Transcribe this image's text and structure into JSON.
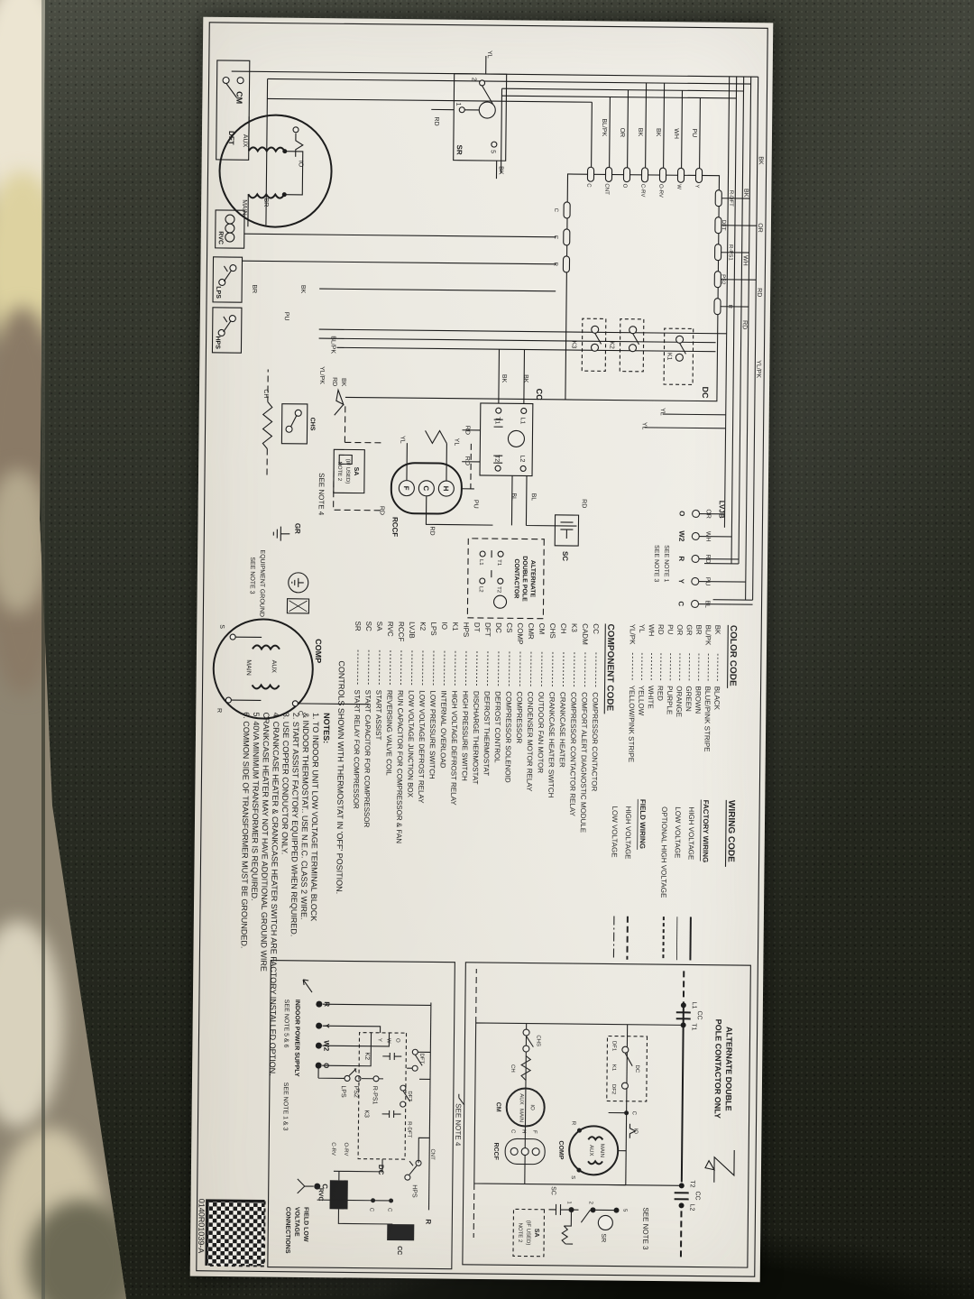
{
  "part_number": "0140R01039-A",
  "legend": {
    "color_code": {
      "title": "COLOR CODE",
      "entries": [
        {
          "abbr": "BK",
          "name": "BLACK"
        },
        {
          "abbr": "BL/PK",
          "name": "BLUE/PINK STRIPE"
        },
        {
          "abbr": "BR",
          "name": "BROWN"
        },
        {
          "abbr": "GR",
          "name": "GREEN"
        },
        {
          "abbr": "OR",
          "name": "ORANGE"
        },
        {
          "abbr": "PU",
          "name": "PURPLE"
        },
        {
          "abbr": "RD",
          "name": "RED"
        },
        {
          "abbr": "WH",
          "name": "WHITE"
        },
        {
          "abbr": "YL",
          "name": "YELLOW"
        },
        {
          "abbr": "YL/PK",
          "name": "YELLOW/PINK STRIPE"
        }
      ]
    },
    "wiring_code": {
      "title": "WIRING CODE",
      "factory_title": "FACTORY WIRING",
      "factory_items": [
        "HIGH VOLTAGE",
        "LOW VOLTAGE",
        "OPTIONAL HIGH VOLTAGE"
      ],
      "field_title": "FIELD WIRING",
      "field_items": [
        "HIGH VOLTAGE",
        "LOW VOLTAGE"
      ]
    },
    "component_code": {
      "title": "COMPONENT CODE",
      "entries": [
        {
          "abbr": "CC",
          "name": "COMPRESSOR CONTACTOR"
        },
        {
          "abbr": "CADM",
          "name": "COMFORT ALERT DIAGNOSTIC MODULE"
        },
        {
          "abbr": "K3",
          "name": "COMPRESSOR CONTACTOR RELAY"
        },
        {
          "abbr": "CH",
          "name": "CRANKCASE HEATER"
        },
        {
          "abbr": "CHS",
          "name": "CRANKCASE HEATER SWITCH"
        },
        {
          "abbr": "CM",
          "name": "OUTDOOR FAN MOTOR"
        },
        {
          "abbr": "CMR",
          "name": "CONDENSER MOTOR RELAY"
        },
        {
          "abbr": "COMP",
          "name": "COMPRESSOR"
        },
        {
          "abbr": "CS",
          "name": "COMPRESSOR SOLENOID"
        },
        {
          "abbr": "DC",
          "name": "DEFROST CONTROL"
        },
        {
          "abbr": "DFT",
          "name": "DEFROST THERMOSTAT"
        },
        {
          "abbr": "DT",
          "name": "DISCHARGE THERMOSTAT"
        },
        {
          "abbr": "HPS",
          "name": "HIGH PRESSURE SWITCH"
        },
        {
          "abbr": "K1",
          "name": "HIGH VOLTAGE DEFROST RELAY"
        },
        {
          "abbr": "IO",
          "name": "INTERNAL OVERLOAD"
        },
        {
          "abbr": "LPS",
          "name": "LOW PRESSURE SWITCH"
        },
        {
          "abbr": "K2",
          "name": "LOW VOLTAGE DEFROST RELAY"
        },
        {
          "abbr": "LVJB",
          "name": "LOW VOLTAGE JUNCTION BOX"
        },
        {
          "abbr": "RCCF",
          "name": "RUN CAPACITOR FOR COMPRESSOR & FAN"
        },
        {
          "abbr": "RVC",
          "name": "REVERSING VALVE COIL"
        },
        {
          "abbr": "SA",
          "name": "START ASSIST"
        },
        {
          "abbr": "SC",
          "name": "START CAPACITOR FOR COMPRESSOR"
        },
        {
          "abbr": "SR",
          "name": "START RELAY FOR COMPRESSOR"
        }
      ]
    }
  },
  "controls_note": "CONTROLS SHOWN WITH THERMOSTAT IN 'OFF' POSITION.",
  "notes": {
    "title": "NOTES:",
    "lines": [
      "1. TO INDOOR UNIT LOW VOLTAGE TERMINAL BLOCK",
      "    & INDOOR THERMOSTAT.. USE N.E.C. CLASS 2 WIRE.",
      "2. START ASSIST FACTORY EQUIPPED WHEN REQUIRED.",
      "3. USE COPPER CONDUCTOR ONLY.",
      "4. CRANKCASE HEATER & CRANKCASE HEATER SWITCH ARE FACTORY INSTALLED OPTION.",
      "    CRANKCASE HEATER MAY NOT HAVE ADDITIONAL GROUND WIRE",
      "5. 40VA MINIMUM TRANSFORMER IS REQUIRED.",
      "6. COMMON SIDE OF TRANSFORMER MUST BE GROUNDED."
    ]
  },
  "schematic": {
    "lvjb": {
      "label": "LVJB",
      "terminals": [
        "O",
        "W2",
        "R",
        "Y",
        "C"
      ],
      "wire_colors": [
        "OR",
        "WH",
        "RD",
        "PU",
        "BL"
      ],
      "note1": "SEE NOTE 1",
      "note3": "SEE NOTE 3"
    },
    "components": {
      "dft": "DFT",
      "cm": "CM",
      "io": "IO",
      "aux": "AUX",
      "main": "MAIN",
      "rvc": "RVC",
      "lps": "LPS",
      "hps": "HPS",
      "chs": "CHS",
      "ch": "CH",
      "gr": "GR",
      "comp": "COMP",
      "cc": "CC",
      "sc": "SC",
      "sr": "SR",
      "rccf": "RCCF",
      "dc": "DC",
      "k1": "K1",
      "k2": "K2",
      "k3": "K3",
      "sa_line1": "SA",
      "sa_line2": "(IF USED)",
      "sa_line3": "NOTE 2"
    },
    "cc_terminals": {
      "l1": "L1",
      "t1": "T1",
      "l2": "L2",
      "t2": "T2"
    },
    "rccf_terminals": {
      "h": "H",
      "c": "C",
      "f": "F"
    },
    "comp_terminals": {
      "r": "R",
      "c": "C",
      "s": "S"
    },
    "sr_terminals": {
      "t5": "5",
      "t2": "2",
      "t1": "1"
    },
    "dc_top_terminals": [
      "R-DFT",
      "DFT",
      "R-PS1",
      "PS2",
      "R"
    ],
    "dc_left_terminals": [
      "Y",
      "W",
      "O-RV",
      "C-RV",
      "O",
      "CNT",
      "C"
    ],
    "dc_bottom_terminals": [
      "C",
      "C",
      "R"
    ],
    "equipment_ground": {
      "line1": "EQUIPMENT GROUND",
      "line2": "SEE NOTE 3"
    },
    "see_note_4": "SEE NOTE 4",
    "alt_contactor_label": {
      "line1": "ALTERNATE",
      "line2": "DOUBLE POLE",
      "line3": "CONTACTOR"
    },
    "wire_labels": [
      "BK",
      "BK",
      "OR",
      "WH",
      "RD",
      "RD",
      "YL/PK",
      "YL",
      "YL",
      "PU",
      "WH",
      "BK",
      "BK",
      "OR",
      "BL/PK",
      "YL",
      "BK",
      "RD",
      "BK",
      "BK",
      "BL",
      "BL",
      "RD",
      "RD",
      "YL",
      "PU",
      "RD",
      "YL",
      "RD",
      "RD",
      "BK",
      "PU",
      "BR",
      "YL/PK",
      "BL/PK",
      "BK",
      "RD",
      "BR"
    ]
  },
  "alt_diagram": {
    "title_line1": "ALTERNATE DOUBLE",
    "title_line2": "POLE CONTACTOR ONLY",
    "labels": {
      "l1": "L1",
      "cc_left": "CC",
      "t1": "T1",
      "t2": "T2",
      "cc_right": "CC",
      "l2": "L2",
      "dc": "DC",
      "k1": "K1",
      "df1": "DF1",
      "df2": "DF2",
      "c_top": "C",
      "io_top": "IO",
      "main": "MAIN",
      "aux": "AUX",
      "comp": "COMP",
      "r": "R",
      "s": "S",
      "see_note_3": "SEE NOTE 3",
      "t5": "5",
      "sr": "SR",
      "t2c": "2",
      "t1c": "1",
      "sc": "SC",
      "chs": "CHS",
      "ch": "CH",
      "cm": "CM",
      "io_cm": "IO",
      "aux_cm": "AUX",
      "main_cm": "MAIN",
      "f": "F",
      "rccf": "RCCF",
      "h": "H",
      "c_cap": "C",
      "sa1": "SA",
      "sa2": "(IF USED)",
      "sa3": "NOTE 2"
    }
  },
  "lv_diagram": {
    "terminals": {
      "r": "R",
      "y": "Y",
      "w2": "W2",
      "o": "O",
      "c": "C"
    },
    "labels": {
      "lps": "LPS",
      "ps2": "PS2",
      "r_ps1": "R-PS1",
      "dft1": "DFT",
      "dft2": "DFT",
      "r_dft": "R-DFT",
      "r": "R",
      "k2": "K2",
      "k3": "K3",
      "dc": "DC",
      "o_lbl": "O",
      "w_lbl": "W",
      "y_lbl": "Y",
      "o_rv": "O-RV",
      "c_rv": "C-RV",
      "cnt": "CNT",
      "hps": "HPS",
      "rvc": "RVC",
      "cc": "CC",
      "c1": "C",
      "c2": "C"
    },
    "caption_power": "INDOOR POWER SUPPLY",
    "caption_notes56": "SEE NOTE 5 & 6",
    "caption_notes13": "SEE NOTE 1 & 3",
    "caption_field": {
      "line1": "FIELD LOW",
      "line2": "VOLTAGE",
      "line3": "CONNECTIONS"
    },
    "see_note_4": "SEE NOTE 4"
  }
}
